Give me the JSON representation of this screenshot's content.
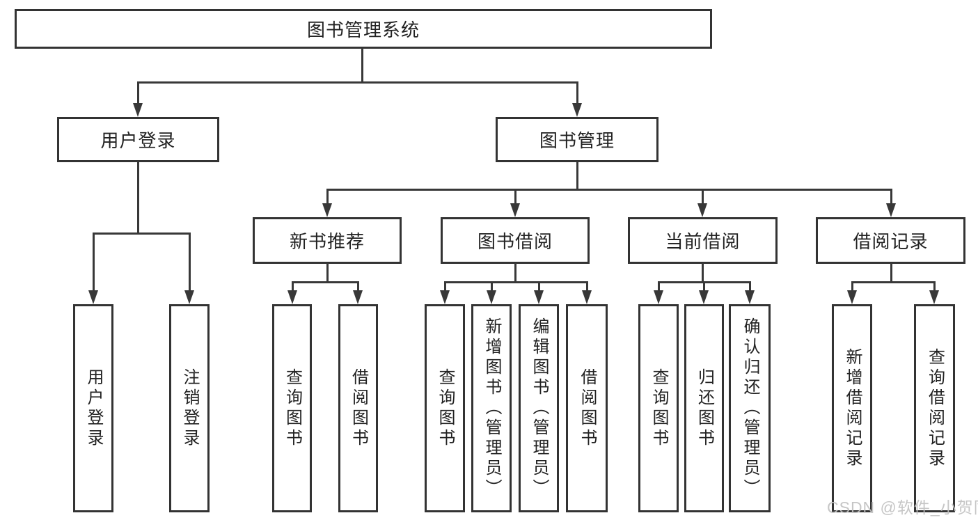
{
  "colors": {
    "background": "#ffffff",
    "box_border": "#333333",
    "line": "#383838",
    "text": "#222222",
    "watermark": "#c1c1c1"
  },
  "tree": {
    "root": "图书管理系统",
    "branches": [
      {
        "label": "用户登录",
        "children": [
          {
            "label": "用户登录"
          },
          {
            "label": "注销登录"
          }
        ]
      },
      {
        "label": "图书管理",
        "children": [
          {
            "label": "新书推荐",
            "children": [
              {
                "label": "查询图书"
              },
              {
                "label": "借阅图书"
              }
            ]
          },
          {
            "label": "图书借阅",
            "children": [
              {
                "label": "查询图书"
              },
              {
                "label": "新增图书（管理员）"
              },
              {
                "label": "编辑图书（管理员）"
              },
              {
                "label": "借阅图书"
              }
            ]
          },
          {
            "label": "当前借阅",
            "children": [
              {
                "label": "查询图书"
              },
              {
                "label": "归还图书"
              },
              {
                "label": "确认归还（管理员）"
              }
            ]
          },
          {
            "label": "借阅记录",
            "children": [
              {
                "label": "新增借阅记录"
              },
              {
                "label": "查询借阅记录"
              }
            ]
          }
        ]
      }
    ]
  },
  "watermark": {
    "text": "CSDN @软件_小贺同学"
  }
}
